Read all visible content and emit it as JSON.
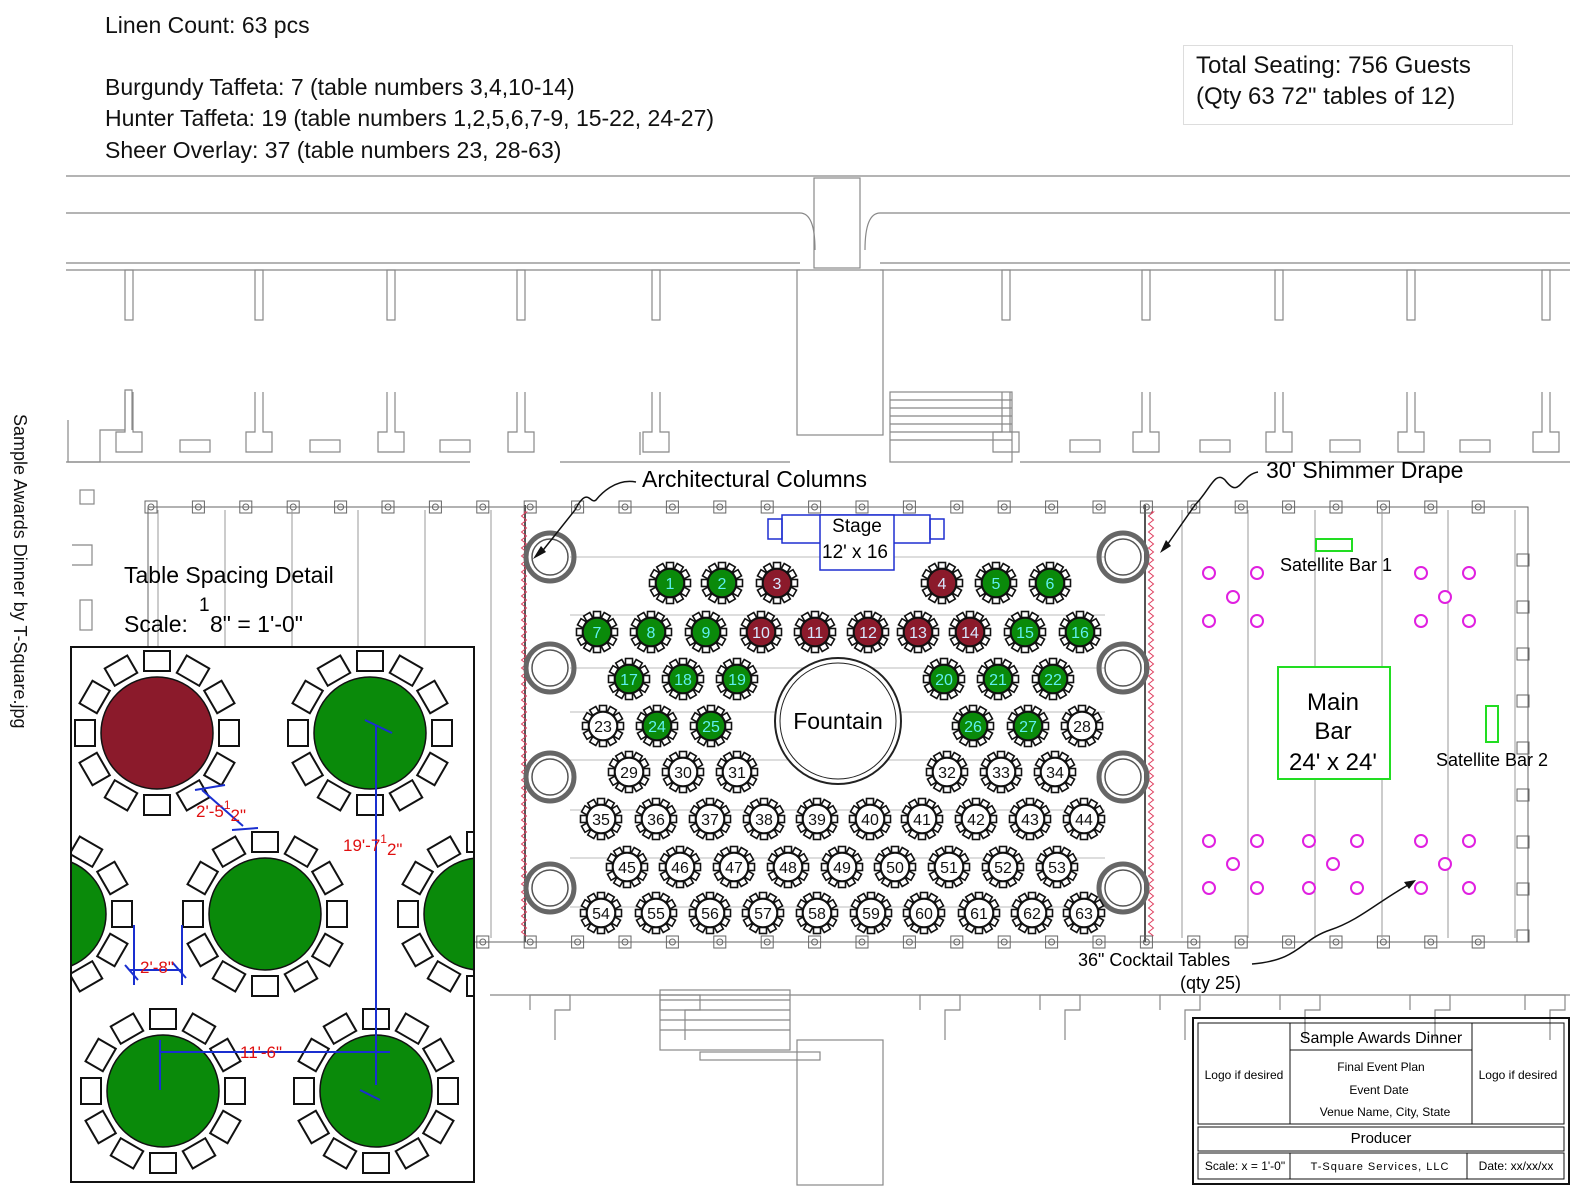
{
  "header": {
    "linen_count": "Linen Count: 63 pcs",
    "burgundy": "Burgundy Taffeta: 7 (table numbers 3,4,10-14)",
    "hunter": "Hunter Taffeta: 19  (table numbers 1,2,5,6,7-9, 15-22, 24-27)",
    "sheer": "Sheer Overlay: 37  (table numbers 23, 28-63)"
  },
  "seating": {
    "line1": "Total Seating:  756 Guests",
    "line2": "(Qty 63 72\" tables of 12)"
  },
  "side_caption": "Sample Awards Dinner by T-Square.jpg",
  "labels": {
    "columns": "Architectural Columns",
    "drape": "30' Shimmer Drape",
    "stage_1": "Stage",
    "stage_2": "12' x 16",
    "fountain": "Fountain",
    "main_bar_1": "Main",
    "main_bar_2": "Bar",
    "main_bar_3": "24' x 24'",
    "sat_bar_1": "Satellite Bar 1",
    "sat_bar_2": "Satellite Bar 2",
    "cocktail_1": "36\" Cocktail Tables",
    "cocktail_2": "(qty 25)"
  },
  "detail": {
    "title": "Table Spacing Detail",
    "scale_prefix": "Scale:",
    "scale_sup": "1",
    "scale_rest": "8\" = 1'-0\"",
    "dim_a": "2'-5",
    "dim_a_sup": "1",
    "dim_a_end": "2\"",
    "dim_b": "19'-7",
    "dim_b_sup": "1",
    "dim_b_end": "2\"",
    "dim_c": "2'-8\"",
    "dim_d": "11'-6\""
  },
  "title_block": {
    "event": "Sample Awards Dinner",
    "logo_left": "Logo if desired",
    "logo_right": "Logo if desired",
    "line1": "Final Event Plan",
    "line2": "Event Date",
    "line3": "Venue Name, City, State",
    "producer": "Producer",
    "scale": "Scale: x = 1'-0\"",
    "company": "T-Square Services, LLC",
    "date": "Date: xx/xx/xx"
  },
  "tables": {
    "burgundy": [
      3,
      4,
      10,
      11,
      12,
      13,
      14
    ],
    "hunter": [
      1,
      2,
      5,
      6,
      7,
      8,
      9,
      15,
      16,
      17,
      18,
      19,
      20,
      21,
      22,
      24,
      25,
      26,
      27
    ],
    "rows": [
      [
        1,
        2,
        3,
        4,
        5,
        6
      ],
      [
        7,
        8,
        9,
        10,
        11,
        12,
        13,
        14,
        15,
        16
      ],
      [
        17,
        18,
        19,
        20,
        21,
        22
      ],
      [
        23,
        24,
        25,
        26,
        27,
        28
      ],
      [
        29,
        30,
        31,
        32,
        33,
        34
      ],
      [
        35,
        36,
        37,
        38,
        39,
        40,
        41,
        42,
        43,
        44
      ],
      [
        45,
        46,
        47,
        48,
        49,
        50,
        51,
        52,
        53
      ],
      [
        54,
        55,
        56,
        57,
        58,
        59,
        60,
        61,
        62,
        63
      ]
    ]
  },
  "colors": {
    "burgundy": "#8b1a2b",
    "hunter": "#0a8a0a",
    "stage": "#1f2fd0",
    "bar": "#22dd22",
    "cocktail": "#e020e0",
    "drape": "#e04060",
    "dimension": "#1a2fd0",
    "dim_text": "#e01010",
    "table_number_green": "#5ff0f0"
  }
}
